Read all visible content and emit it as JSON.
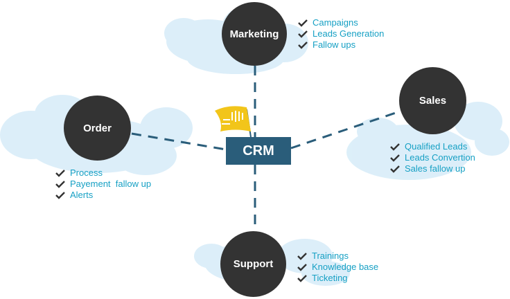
{
  "center": {
    "label": "CRM"
  },
  "colors": {
    "node": "#333333",
    "center": "#2a5d7a",
    "text": "#16a0c4",
    "check": "#333333",
    "cloud": "#d6ecf8",
    "flag": "#f2c51a"
  },
  "icons": {
    "check": "check-icon",
    "flag": "flag-icon",
    "cloud": "cloud-shape"
  },
  "nodes": {
    "marketing": {
      "label": "Marketing",
      "items": [
        "Campaigns",
        "Leads Generation",
        "Fallow ups"
      ]
    },
    "sales": {
      "label": "Sales",
      "items": [
        "Qualified Leads",
        "Leads Convertion",
        "Sales fallow up"
      ]
    },
    "order": {
      "label": "Order",
      "items": [
        "Process",
        "Payement  fallow up",
        "Alerts"
      ]
    },
    "support": {
      "label": "Support",
      "items": [
        "Trainings",
        "Knowledge base",
        "Ticketing"
      ]
    }
  }
}
